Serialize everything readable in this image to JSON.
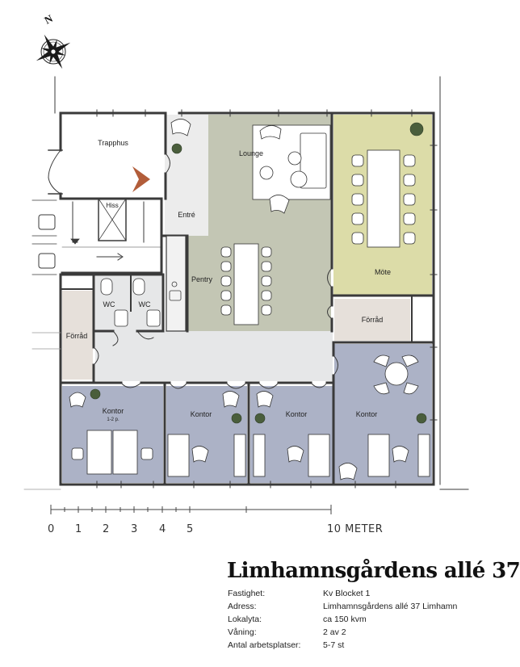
{
  "compass": {
    "letter": "N"
  },
  "rooms": {
    "trapphus": "Trapphus",
    "hiss": "Hiss",
    "entre": "Entré",
    "lounge": "Lounge",
    "mote": "Möte",
    "pentry": "Pentry",
    "wc1": "WC",
    "wc2": "WC",
    "forrad_left": "Förråd",
    "forrad_right": "Förråd",
    "kontor1": "Kontor",
    "kontor1_sub": "1-2 p.",
    "kontor2": "Kontor",
    "kontor3": "Kontor",
    "kontor4": "Kontor"
  },
  "scale": {
    "ticks": [
      "0",
      "1",
      "2",
      "3",
      "4",
      "5"
    ],
    "end_label": "10 METER"
  },
  "colors": {
    "lounge": "#c3c6b4",
    "mote": "#dcdca8",
    "kontor": "#acb2c6",
    "forrad": "#e6e0da",
    "corridor": "#e6e7e8",
    "wall": "#3a3a3a"
  },
  "property": {
    "title": "Limhamnsgårdens allé 37",
    "facts": [
      {
        "label": "Fastighet:",
        "value": "Kv Blocket 1"
      },
      {
        "label": "Adress:",
        "value": "Limhamnsgårdens allé 37 Limhamn"
      },
      {
        "label": "Lokalyta:",
        "value": "ca 150 kvm"
      },
      {
        "label": "Våning:",
        "value": "2 av 2"
      },
      {
        "label": "Antal arbetsplatser:",
        "value": "5-7 st"
      }
    ]
  }
}
